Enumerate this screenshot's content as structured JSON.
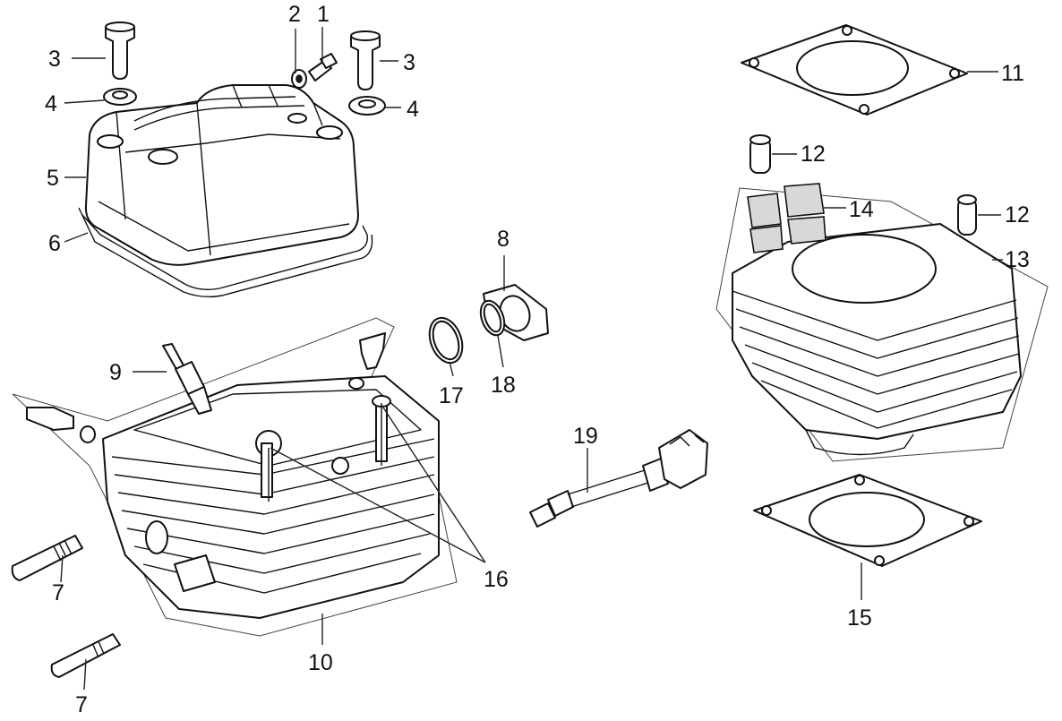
{
  "callouts": {
    "c1": "1",
    "c2": "2",
    "c3a": "3",
    "c3b": "3",
    "c4a": "4",
    "c4b": "4",
    "c5": "5",
    "c6": "6",
    "c7a": "7",
    "c7b": "7",
    "c8": "8",
    "c9": "9",
    "c10": "10",
    "c11": "11",
    "c12a": "12",
    "c12b": "12",
    "c13": "13",
    "c14": "14",
    "c15": "15",
    "c16": "16",
    "c17": "17",
    "c18": "18",
    "c19": "19"
  }
}
